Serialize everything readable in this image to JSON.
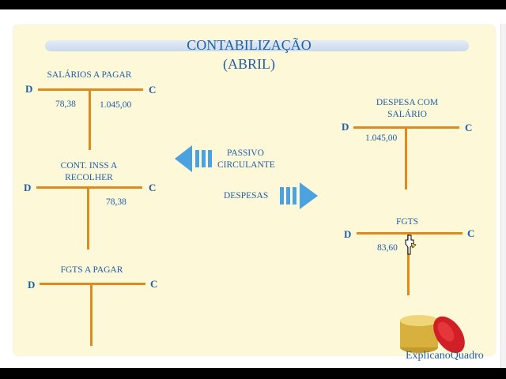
{
  "title": {
    "line1": "CONTABILIZAÇÃO",
    "line2": "(ABRIL)"
  },
  "accounts": {
    "salarios": {
      "label": "SALÁRIOS A PAGAR",
      "debit_side": "D",
      "credit_side": "C",
      "debit": "78,38",
      "credit": "1.045,00"
    },
    "inss": {
      "label_line1": "CONT. INSS A",
      "label_line2": "RECOLHER",
      "debit_side": "D",
      "credit_side": "C",
      "credit": "78,38"
    },
    "fgts_pagar": {
      "label": "FGTS A PAGAR",
      "debit_side": "D",
      "credit_side": "C"
    },
    "despesa_salario": {
      "label_line1": "DESPESA COM",
      "label_line2": "SALÁRIO",
      "debit_side": "D",
      "credit_side": "C",
      "debit": "1.045,00"
    },
    "fgts": {
      "label": "FGTS",
      "debit_side": "D",
      "credit_side": "C",
      "debit": "83,60"
    }
  },
  "legend": {
    "passivo_line1": "PASSIVO",
    "passivo_line2": "CIRCULANTE",
    "despesas": "DESPESAS"
  },
  "brand": "ExplicanoQuadro",
  "colors": {
    "text": "#1f5fa8",
    "t_lines": "#e08a1e",
    "background": "#fdf8d7",
    "arrow": "#4aa3e0"
  },
  "icons": [
    "arrow-left-icon",
    "arrow-right-icon",
    "mouse-cursor-icon",
    "logo-icon"
  ]
}
